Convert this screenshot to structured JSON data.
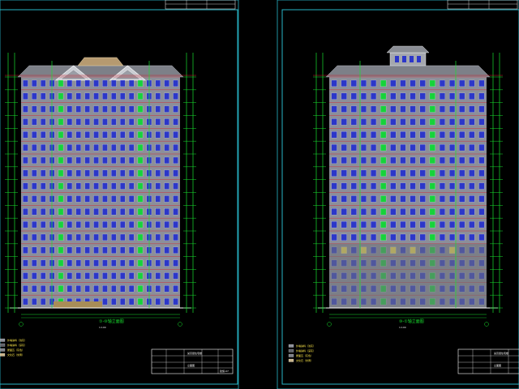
{
  "sheets": [
    {
      "id": "front",
      "caption": "①-⑩轴立面图",
      "scale_note": "1:100"
    },
    {
      "id": "rear",
      "caption": "⑩-①轴立面图",
      "scale_note": "1:100"
    }
  ],
  "colors": {
    "background": "#000000",
    "sheet_border": "#27b6c8",
    "facade_fill": "#8c8f99",
    "roof_fill": "#7d8088",
    "window_blue": "#2c37c9",
    "window_green": "#16d33a",
    "dim_line": "#18e02e",
    "level_line": "#d3232f",
    "text_white": "#eceff1",
    "yellow": "#ffe94a",
    "title_block": "#ffffff"
  },
  "legend": {
    "items": [
      "外墙涂料（浅灰）",
      "外墙涂料（深灰）",
      "屋面瓦（灰色）",
      "文化石（米黄）"
    ]
  },
  "title_block": {
    "project": "某高层住宅楼",
    "drawing": "立面图",
    "sheet_no": "建施-07"
  }
}
